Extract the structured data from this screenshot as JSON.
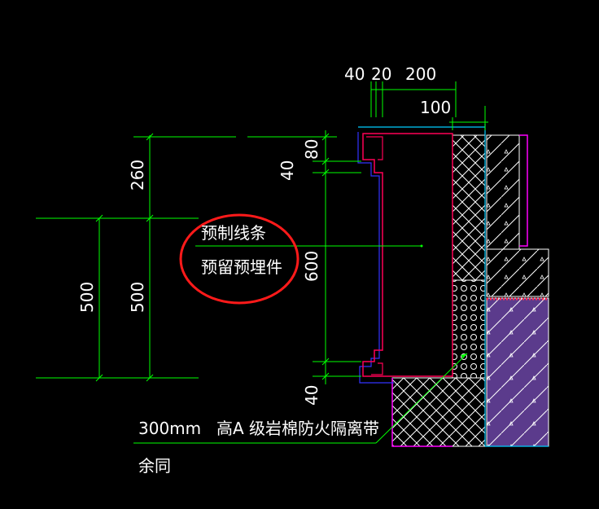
{
  "colors": {
    "background": "#000000",
    "dimension": "#00ff00",
    "text": "#ffffff",
    "panel": "#ff0055",
    "outline": "#ff00ff",
    "cyan": "#00ccff",
    "blue": "#3333ff",
    "highlight_circle": "#ff1a1a",
    "insulation_fill": "#5b3b8c"
  },
  "dimensions": {
    "top_40": "40",
    "top_20": "20",
    "top_200": "200",
    "top_100": "100",
    "v_260": "260",
    "v_80": "80",
    "v_40_upper": "40",
    "v_600": "600",
    "v_40_lower": "40",
    "v_500_outer": "500",
    "v_500_inner": "500"
  },
  "annotations": {
    "precast_line1": "预制线条",
    "precast_line2": "预留预埋件",
    "firebreak_width": "300mm",
    "firebreak_label": "高A 级岩棉防火隔离带",
    "remark": "余同"
  }
}
